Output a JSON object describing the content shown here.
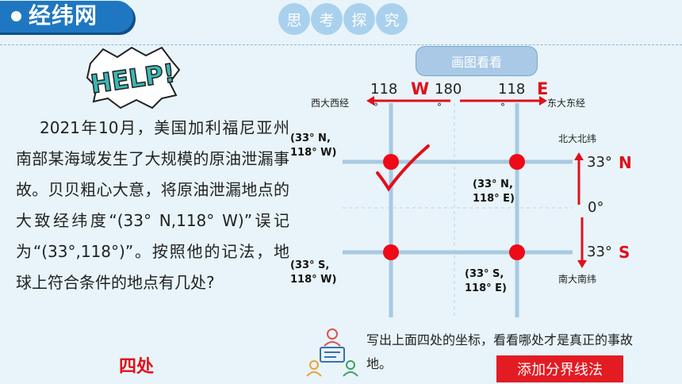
{
  "header": {
    "title": "经纬网",
    "thinking": [
      "思",
      "考",
      "探",
      "究"
    ]
  },
  "help_badge": "HELP!",
  "paragraph": "2021年10月，美国加利福尼亚州南部某海域发生了大规模的原油泄漏事故。贝贝粗心大意，将原油泄漏地点的大致经纬度“(33° N,118° W)”误记为“(33°,118°)”。按照他的记法，地球上符合条件的地点有几处?",
  "answer": "四处",
  "draw_button": "画图看看",
  "map": {
    "top_left": "118",
    "top_left_unit": "W",
    "top_mid": "180",
    "top_right": "118",
    "top_right_unit": "E",
    "degree_mark": "°",
    "west_label": "西大西经",
    "east_label": "东大东经",
    "north_label": "北大北纬",
    "south_label": "南大南纬",
    "lat_n_num": "33°",
    "lat_n_unit": "N",
    "equator": "0°",
    "lat_s_num": "33°",
    "lat_s_unit": "S",
    "points": [
      {
        "line1": "(33° N,",
        "line2": "118° W)"
      },
      {
        "line1": "(33° N,",
        "line2": "118° E)"
      },
      {
        "line1": "(33° S,",
        "line2": "118° W)"
      },
      {
        "line1": "(33° S,",
        "line2": "118° E)"
      }
    ]
  },
  "bottom_text": "写出上面四处的坐标，看看哪处才是真正的事故地。",
  "add_button": "添加分界线法",
  "colors": {
    "accent": "#1f77c1",
    "red": "#e0101b",
    "line": "#a8c9e2"
  }
}
